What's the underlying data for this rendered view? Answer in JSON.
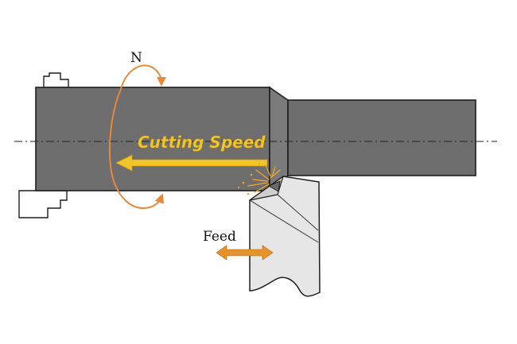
{
  "labels": {
    "rotation": "N",
    "cutting_speed": "Cutting Speed",
    "feed": "Feed"
  },
  "colors": {
    "background": "#ffffff",
    "workpiece": "#6e6e6e",
    "workpiece_outline": "#1e1e1e",
    "tool_fill": "#e6e6e6",
    "chuck_fill": "#ffffff",
    "rotation_arrow": "#e8883a",
    "cutting_speed_arrow": "#f2c62b",
    "cutting_speed_text": "#f2c62b",
    "feed_arrow": "#e8922c",
    "spark": "#f5a623",
    "centerline": "#222222"
  }
}
